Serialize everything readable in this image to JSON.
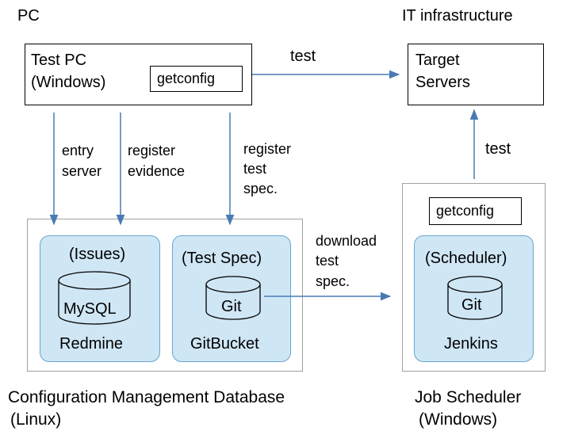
{
  "sections": {
    "pc": "PC",
    "it_infra": "IT infrastructure",
    "cmdb_line1": "Configuration Management Database",
    "cmdb_line2": "(Linux)",
    "scheduler_line1": "Job Scheduler",
    "scheduler_line2": "(Windows)"
  },
  "test_pc": {
    "title_line1": "Test PC",
    "title_line2": "(Windows)",
    "tool": "getconfig"
  },
  "target": {
    "line1": "Target",
    "line2": "Servers"
  },
  "redmine": {
    "role": "(Issues)",
    "db": "MySQL",
    "name": "Redmine"
  },
  "gitbucket": {
    "role": "(Test Spec)",
    "db": "Git",
    "name": "GitBucket"
  },
  "jenkins": {
    "tool": "getconfig",
    "role": "(Scheduler)",
    "db": "Git",
    "name": "Jenkins"
  },
  "edges": {
    "test_pc_to_target": "test",
    "scheduler_to_target": "test",
    "entry_line1": "entry",
    "entry_line2": "server",
    "evidence_line1": "register",
    "evidence_line2": "evidence",
    "spec_line1": "register",
    "spec_line2": "test",
    "spec_line3": "spec.",
    "download_line1": "download",
    "download_line2": "test",
    "download_line3": "spec."
  },
  "colors": {
    "arrow": "#4a7ab5",
    "panel_fill": "#cfe6f5",
    "panel_border": "#6aa6cf",
    "outer_border": "#a0a0a0"
  }
}
